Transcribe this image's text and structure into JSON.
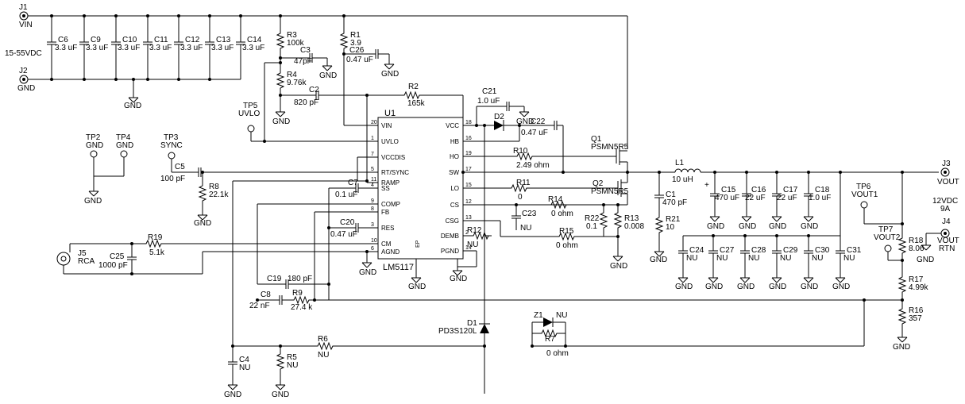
{
  "connectors": {
    "j1": {
      "ref": "J1",
      "net": "VIN",
      "rating": "15-55VDC"
    },
    "j2": {
      "ref": "J2",
      "net": "GND"
    },
    "j3": {
      "ref": "J3",
      "net": "VOUT",
      "rating_v": "12VDC",
      "rating_a": "9A"
    },
    "j4": {
      "ref": "J4",
      "net1": "VOUT",
      "net2": "RTN"
    },
    "j5": {
      "ref": "J5",
      "net": "RCA"
    }
  },
  "testpoints": {
    "tp2": {
      "ref": "TP2",
      "net": "GND"
    },
    "tp4": {
      "ref": "TP4",
      "net": "GND"
    },
    "tp3": {
      "ref": "TP3",
      "net": "SYNC"
    },
    "tp5": {
      "ref": "TP5",
      "net": "UVLO"
    },
    "tp6": {
      "ref": "TP6",
      "net": "VOUT1"
    },
    "tp7": {
      "ref": "TP7",
      "net": "VOUT2"
    }
  },
  "gnd": "GND",
  "components": {
    "c6": {
      "ref": "C6",
      "val": "3.3 uF"
    },
    "c9": {
      "ref": "C9",
      "val": "3.3 uF"
    },
    "c10": {
      "ref": "C10",
      "val": "3.3 uF"
    },
    "c11": {
      "ref": "C11",
      "val": "3.3 uF"
    },
    "c12": {
      "ref": "C12",
      "val": "3.3 uF"
    },
    "c13": {
      "ref": "C13",
      "val": "3.3 uF"
    },
    "c14": {
      "ref": "C14",
      "val": "3.3 uF"
    },
    "r3": {
      "ref": "R3",
      "val": "100k"
    },
    "c3": {
      "ref": "C3",
      "val": "47pF"
    },
    "r4": {
      "ref": "R4",
      "val": "9.76k"
    },
    "c2": {
      "ref": "C2",
      "val": "820 pF"
    },
    "r1": {
      "ref": "R1",
      "val": "3.9"
    },
    "c26": {
      "ref": "C26",
      "val": "0.47 uF"
    },
    "r2": {
      "ref": "R2",
      "val": "165k"
    },
    "c21": {
      "ref": "C21",
      "val": "1.0 uF"
    },
    "d2": {
      "ref": "D2"
    },
    "c22": {
      "ref": "C22",
      "val": "0.47 uF"
    },
    "q1": {
      "ref": "Q1",
      "val": "PSMN5R5"
    },
    "r10": {
      "ref": "R10",
      "val": "2.49 ohm"
    },
    "r11": {
      "ref": "R11",
      "val": "0"
    },
    "q2": {
      "ref": "Q2",
      "val": "PSMN5R5"
    },
    "r14": {
      "ref": "R14",
      "val": "0 ohm"
    },
    "c23": {
      "ref": "C23",
      "val": "NU"
    },
    "r22": {
      "ref": "R22",
      "val": "0.1"
    },
    "r13": {
      "ref": "R13",
      "val": "0.008"
    },
    "r12": {
      "ref": "R12",
      "val": "NU"
    },
    "r15": {
      "ref": "R15",
      "val": "0 ohm"
    },
    "c5": {
      "ref": "C5",
      "val": "100 pF"
    },
    "r8": {
      "ref": "R8",
      "val": "22.1k"
    },
    "c7": {
      "ref": "C7",
      "val": "0.1 uF"
    },
    "c20": {
      "ref": "C20",
      "val": "0.47 uF"
    },
    "r19": {
      "ref": "R19",
      "val": "5.1k"
    },
    "c25": {
      "ref": "C25",
      "val": "1000 pF"
    },
    "c19": {
      "ref": "C19",
      "val": "180 pF"
    },
    "c8": {
      "ref": "C8",
      "val": "22 nF"
    },
    "r9": {
      "ref": "R9",
      "val": "27.4 k"
    },
    "d1": {
      "ref": "D1",
      "val": "PD3S120L"
    },
    "z1": {
      "ref": "Z1",
      "val": "NU"
    },
    "r7": {
      "ref": "R7",
      "val": "0 ohm"
    },
    "c4": {
      "ref": "C4",
      "val": "NU"
    },
    "r5": {
      "ref": "R5",
      "val": "NU"
    },
    "r6": {
      "ref": "R6",
      "val": "NU"
    },
    "l1": {
      "ref": "L1",
      "val": "10 uH"
    },
    "c1": {
      "ref": "C1",
      "val": "470 pF"
    },
    "r21": {
      "ref": "R21",
      "val": "10"
    },
    "c15": {
      "ref": "C15",
      "val": "470 uF"
    },
    "c16": {
      "ref": "C16",
      "val": "22 uF"
    },
    "c17": {
      "ref": "C17",
      "val": "22 uF"
    },
    "c18": {
      "ref": "C18",
      "val": "1.0 uF"
    },
    "c24": {
      "ref": "C24",
      "val": "NU"
    },
    "c27": {
      "ref": "C27",
      "val": "NU"
    },
    "c28": {
      "ref": "C28",
      "val": "NU"
    },
    "c29": {
      "ref": "C29",
      "val": "NU"
    },
    "c30": {
      "ref": "C30",
      "val": "NU"
    },
    "c31": {
      "ref": "C31",
      "val": "NU"
    },
    "r18": {
      "ref": "R18",
      "val": "8.06"
    },
    "r17": {
      "ref": "R17",
      "val": "4.99k"
    },
    "r16": {
      "ref": "R16",
      "val": "357"
    }
  },
  "ic": {
    "ref": "U1",
    "part": "LM5117",
    "ep": "EP",
    "left_pins": [
      {
        "name": "VIN",
        "num": "20"
      },
      {
        "name": "UVLO",
        "num": "1"
      },
      {
        "name": "VCCDIS",
        "num": "7"
      },
      {
        "name": "RT/SYNC",
        "num": "5"
      },
      {
        "name": "RAMP",
        "num": "11"
      },
      {
        "name": "SS",
        "num": "4"
      },
      {
        "name": "COMP",
        "num": "9"
      },
      {
        "name": "FB",
        "num": "8"
      },
      {
        "name": "RES",
        "num": "3"
      },
      {
        "name": "CM",
        "num": "10"
      },
      {
        "name": "AGND",
        "num": "6"
      }
    ],
    "right_pins": [
      {
        "name": "VCC",
        "num": "18"
      },
      {
        "name": "HB",
        "num": "16"
      },
      {
        "name": "HO",
        "num": "19"
      },
      {
        "name": "SW",
        "num": "17"
      },
      {
        "name": "LO",
        "num": "15"
      },
      {
        "name": "CS",
        "num": "12"
      },
      {
        "name": "CSG",
        "num": "13"
      },
      {
        "name": "DEMB",
        "num": "2"
      },
      {
        "name": "PGND",
        "num": "14"
      }
    ]
  }
}
